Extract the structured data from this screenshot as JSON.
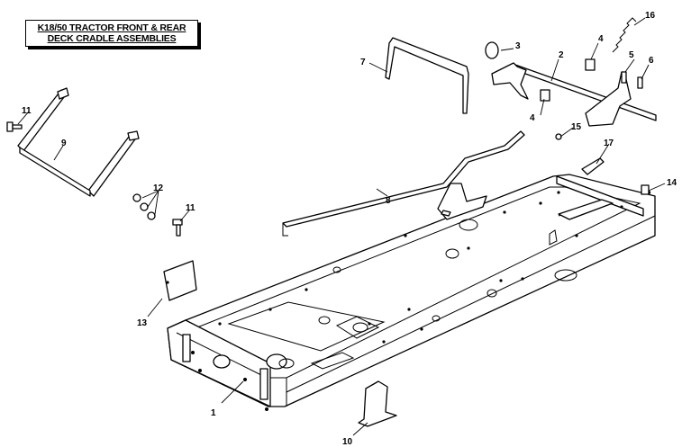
{
  "title": {
    "line1": "K18/50 TRACTOR FRONT & REAR",
    "line2": "DECK CRADLE ASSEMBLIES"
  },
  "callouts": [
    "1",
    "2",
    "3",
    "4",
    "4",
    "5",
    "6",
    "7",
    "8",
    "9",
    "10",
    "11",
    "11",
    "12",
    "13",
    "14",
    "15",
    "16",
    "17"
  ]
}
